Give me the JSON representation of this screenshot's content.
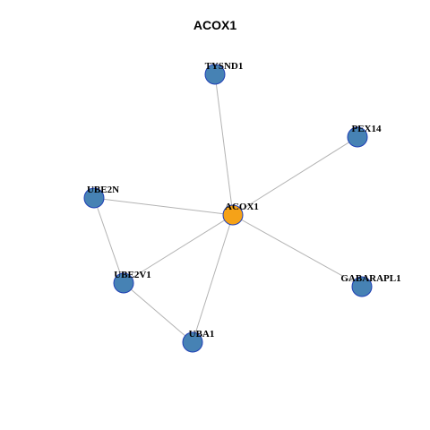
{
  "title": "ACOX1",
  "colors": {
    "center_node": "#f5a218",
    "neighbor_node": "#4682b4",
    "node_border": "#1f3fb5",
    "edge": "#b3b3b3"
  },
  "nodes": [
    {
      "id": "ACOX1",
      "label": "ACOX1",
      "role": "center"
    },
    {
      "id": "TYSND1",
      "label": "TYSND1",
      "role": "neighbor"
    },
    {
      "id": "PEX14",
      "label": "PEX14",
      "role": "neighbor"
    },
    {
      "id": "UBE2N",
      "label": "UBE2N",
      "role": "neighbor"
    },
    {
      "id": "UBE2V1",
      "label": "UBE2V1",
      "role": "neighbor"
    },
    {
      "id": "UBA1",
      "label": "UBA1",
      "role": "neighbor"
    },
    {
      "id": "GABARAPL1",
      "label": "GABARAPL1",
      "role": "neighbor"
    }
  ],
  "edges": [
    [
      "ACOX1",
      "TYSND1"
    ],
    [
      "ACOX1",
      "PEX14"
    ],
    [
      "ACOX1",
      "UBE2N"
    ],
    [
      "ACOX1",
      "UBE2V1"
    ],
    [
      "ACOX1",
      "UBA1"
    ],
    [
      "ACOX1",
      "GABARAPL1"
    ],
    [
      "UBE2N",
      "UBE2V1"
    ],
    [
      "UBE2V1",
      "UBA1"
    ]
  ]
}
